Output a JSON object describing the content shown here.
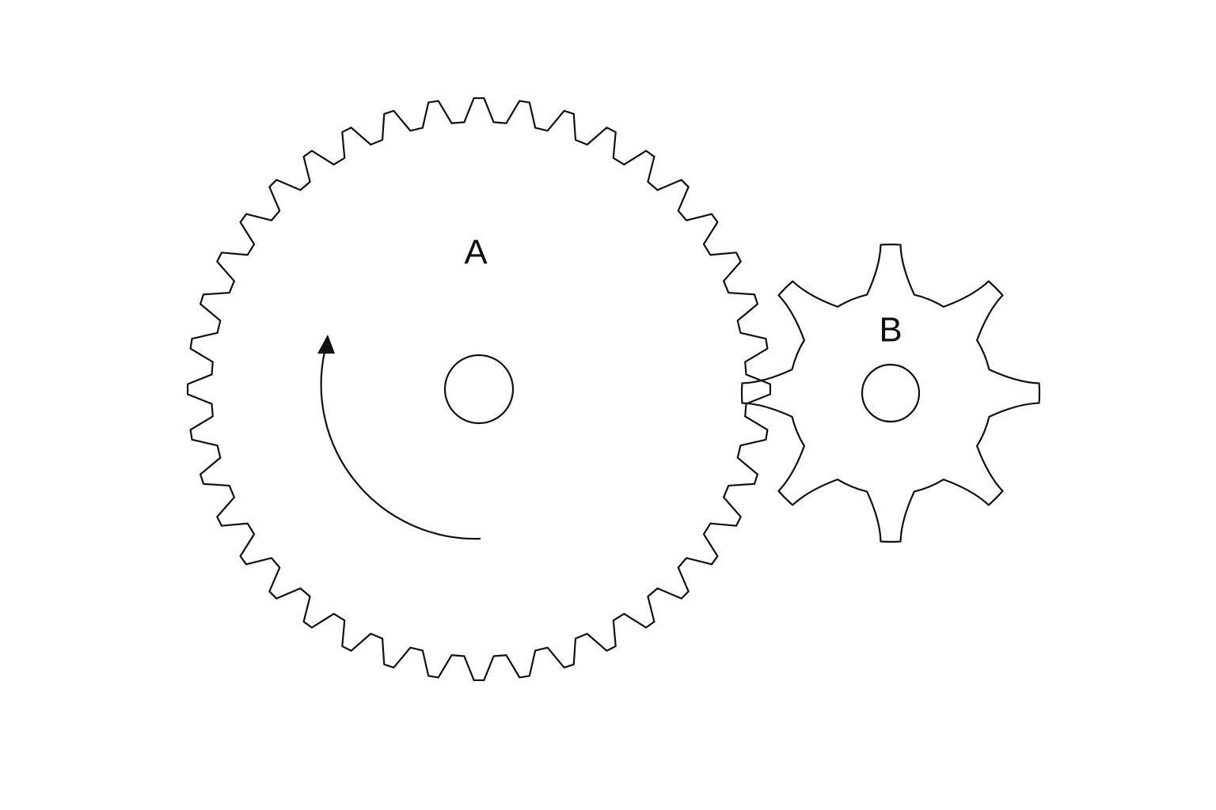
{
  "gears": [
    {
      "id": "A",
      "label": "A",
      "teeth": 40
    },
    {
      "id": "B",
      "label": "B",
      "teeth": 8
    }
  ],
  "rotation_indicator": {
    "gear": "A",
    "direction": "clockwise"
  },
  "colors": {
    "stroke": "#111111",
    "background": "#ffffff"
  }
}
